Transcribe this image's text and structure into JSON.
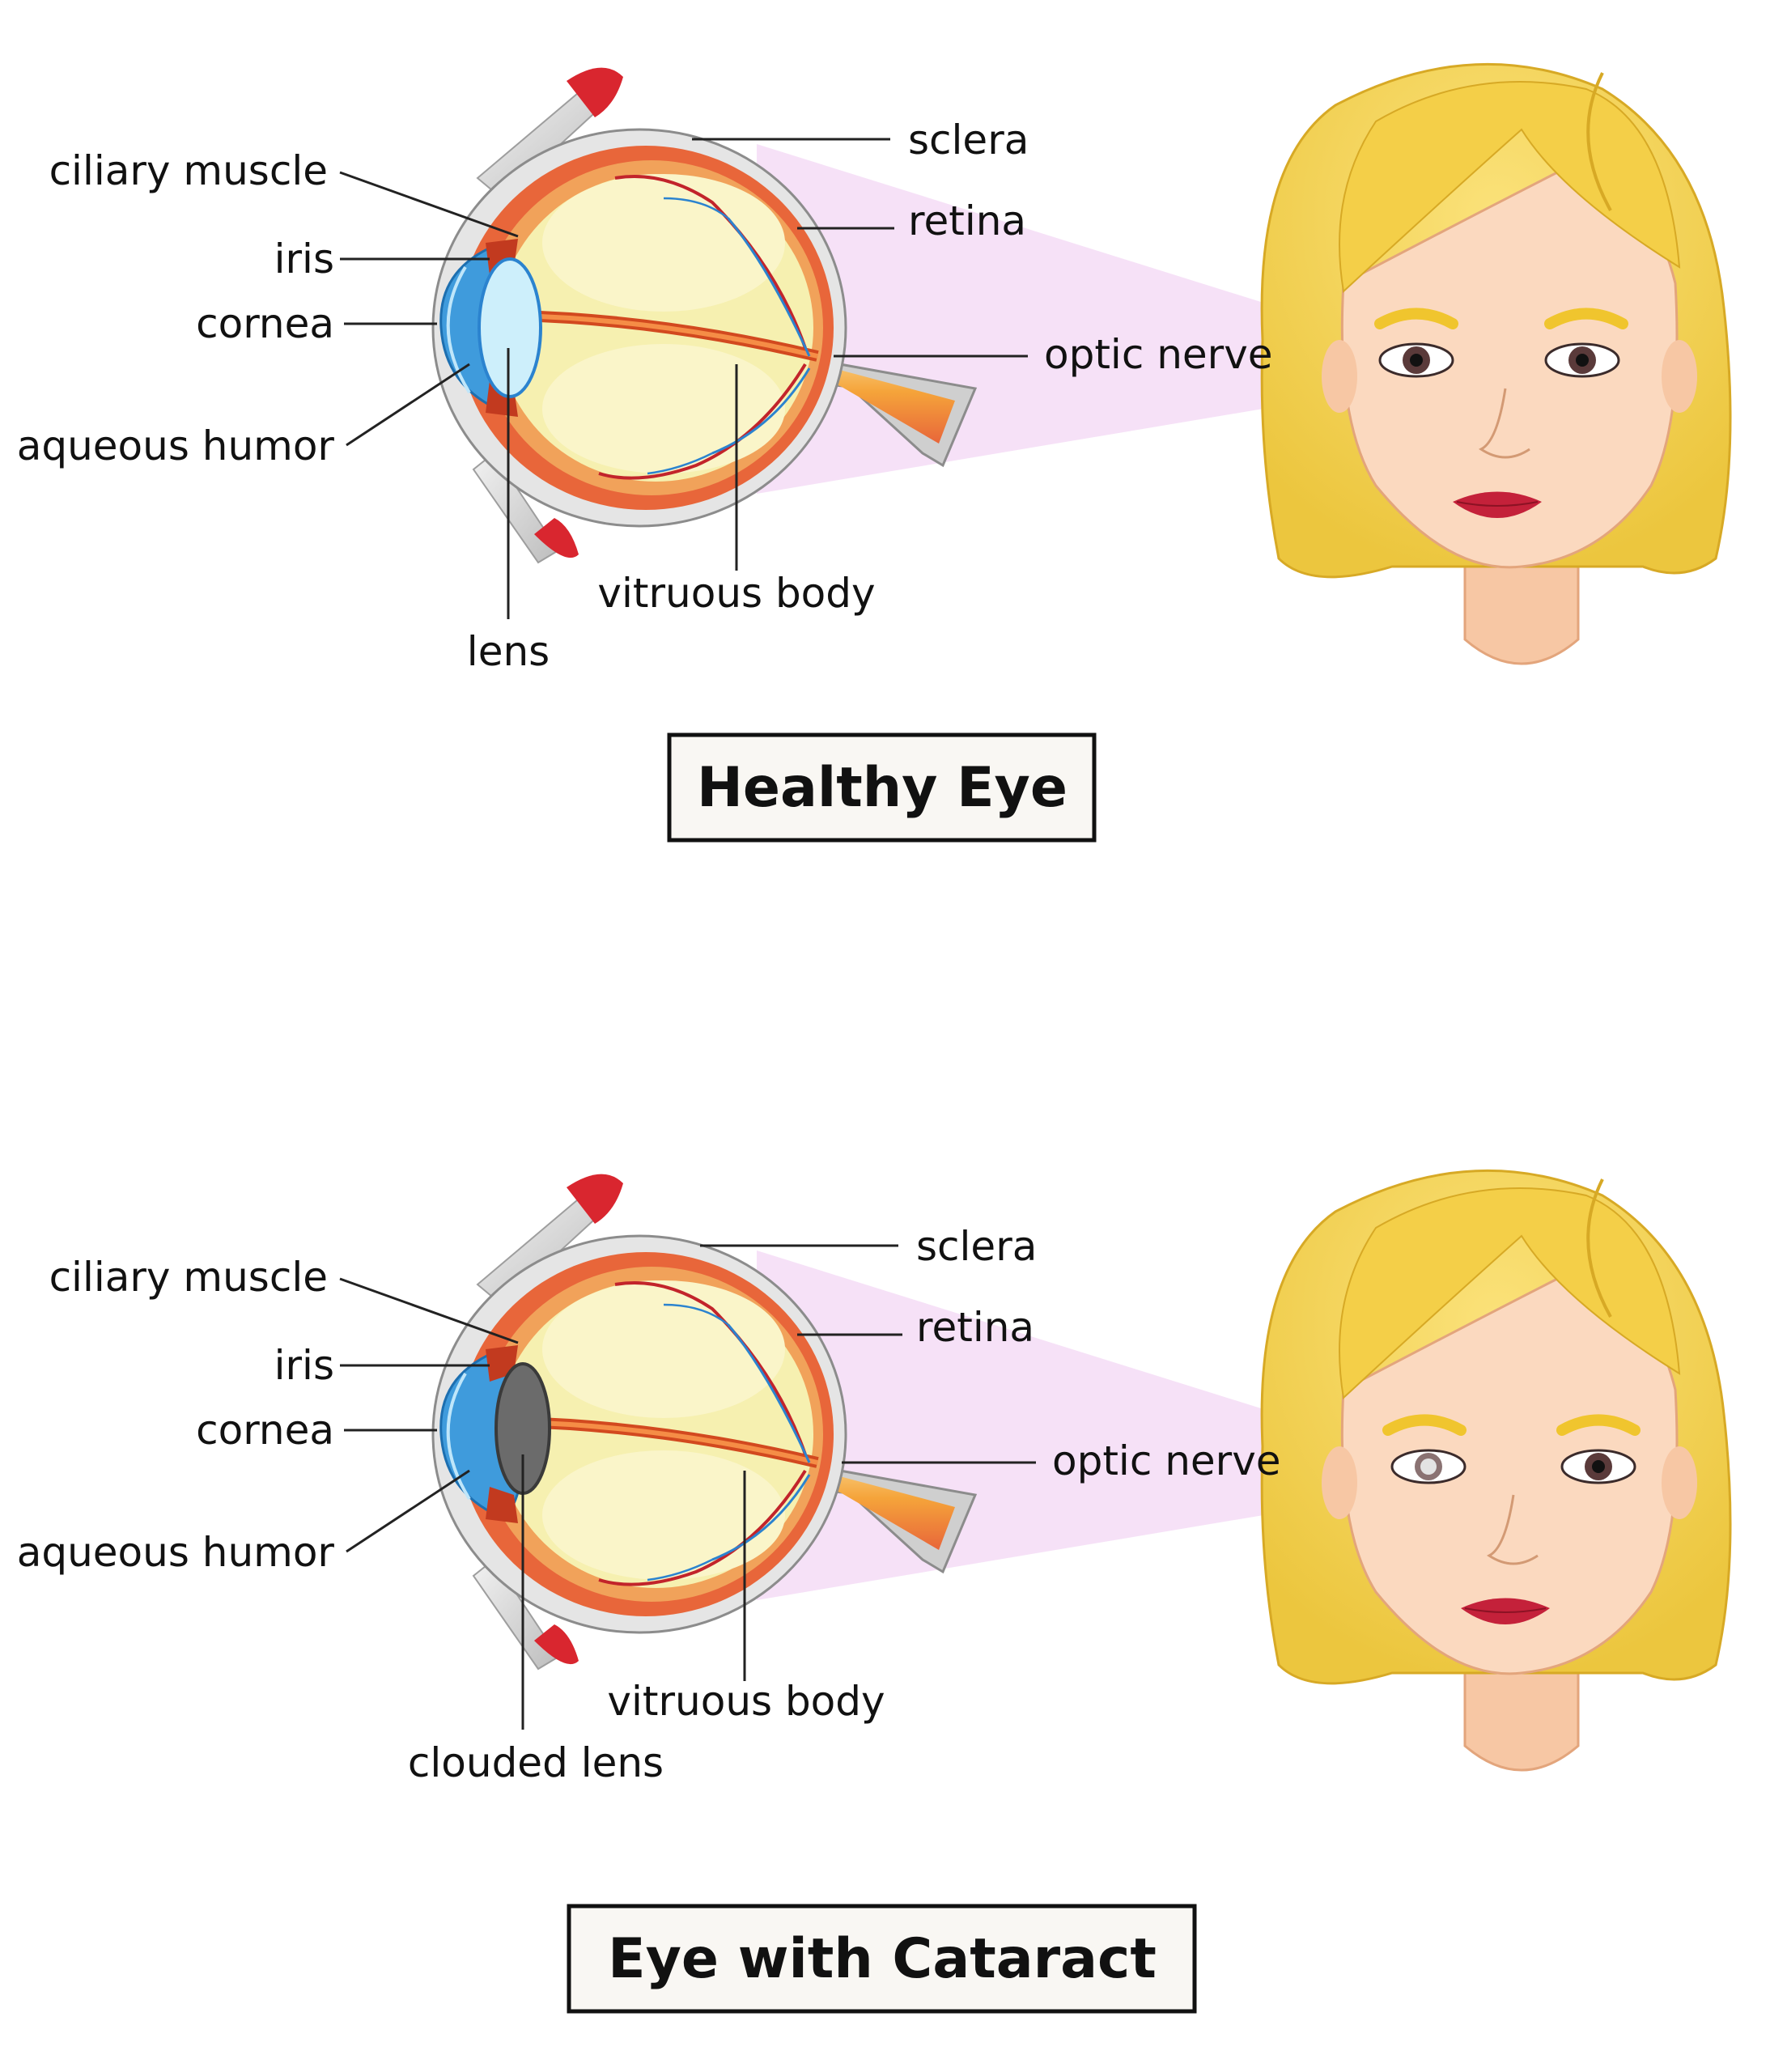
{
  "panels": [
    {
      "id": "healthy",
      "title": "Healthy Eye",
      "labels": {
        "ciliary_muscle": "ciliary muscle",
        "iris": "iris",
        "cornea": "cornea",
        "aqueous_humor": "aqueous humor",
        "lens": "lens",
        "vitreous_body": "vitruous body",
        "sclera": "sclera",
        "retina": "retina",
        "optic_nerve": "optic nerve"
      }
    },
    {
      "id": "cataract",
      "title": "Eye with Cataract",
      "labels": {
        "ciliary_muscle": "ciliary muscle",
        "iris": "iris",
        "cornea": "cornea",
        "aqueous_humor": "aqueous humor",
        "lens": "clouded lens",
        "vitreous_body": "vitruous body",
        "sclera": "sclera",
        "retina": "retina",
        "optic_nerve": "optic nerve"
      }
    }
  ],
  "colors": {
    "hair": "#f7d65a",
    "skin": "#fbd9bf",
    "sclera": "#e8e8e8",
    "choroid": "#e8663a",
    "vitreous": "#f6f0b0",
    "cornea": "#4aa8e0",
    "healthy_lens": "#cdeffb",
    "clouded_lens": "#6b6b6b",
    "muscle": "#d9262f",
    "light_beam": "#f4dcf6"
  }
}
